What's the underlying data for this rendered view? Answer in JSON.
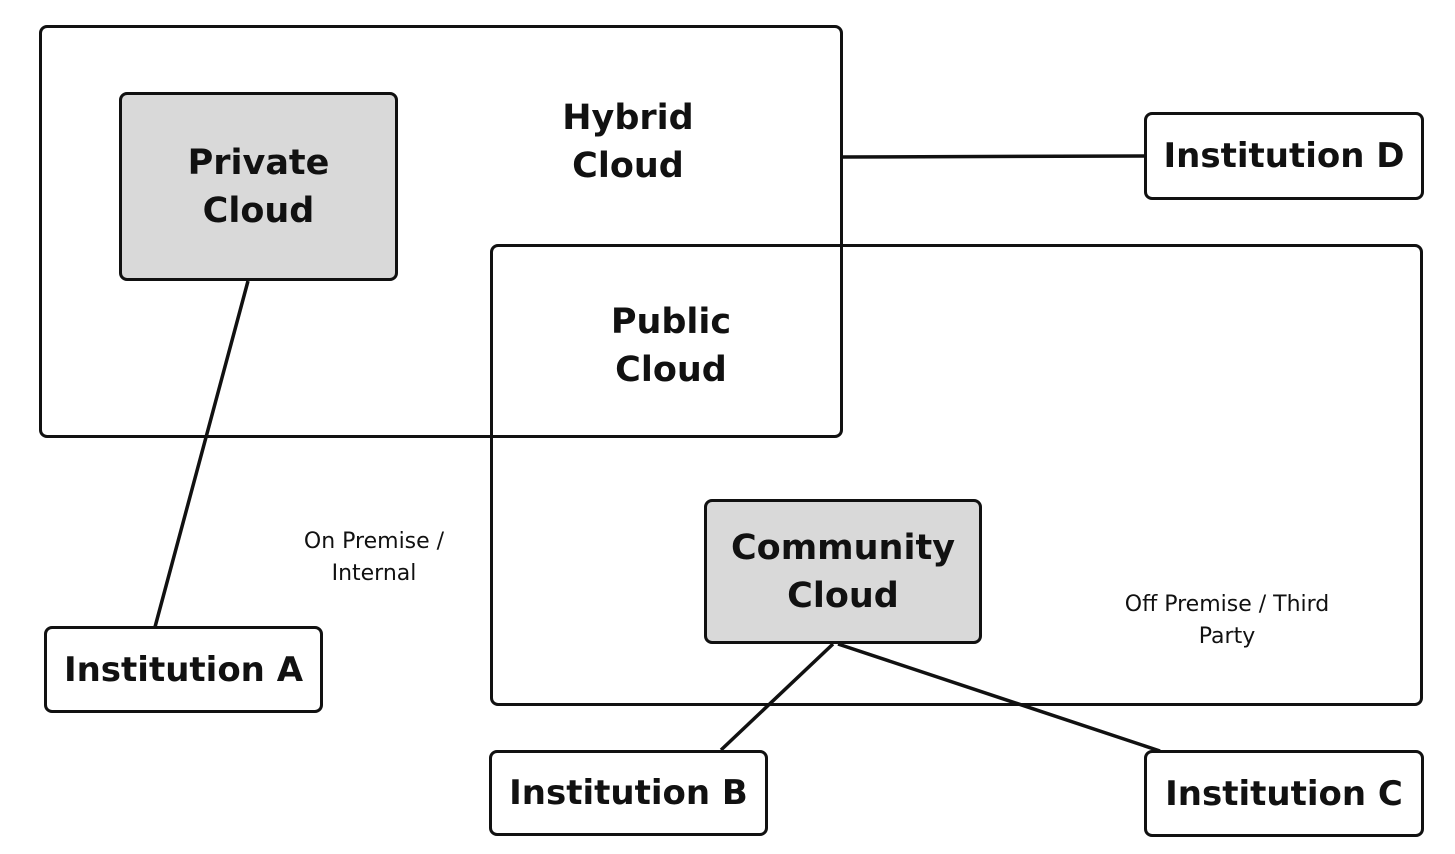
{
  "diagram": {
    "hybrid_cloud": {
      "line1": "Hybrid",
      "line2": "Cloud"
    },
    "private_cloud": {
      "line1": "Private",
      "line2": "Cloud"
    },
    "public_cloud": {
      "line1": "Public",
      "line2": "Cloud"
    },
    "community_cloud": {
      "line1": "Community",
      "line2": "Cloud"
    },
    "institutions": {
      "a": "Institution A",
      "b": "Institution B",
      "c": "Institution C",
      "d": "Institution D"
    },
    "notes": {
      "on_premise": {
        "line1": "On Premise /",
        "line2": "Internal"
      },
      "off_premise": {
        "line1": "Off Premise / Third",
        "line2": "Party"
      }
    },
    "colors": {
      "stroke": "#111111",
      "shaded_fill": "#d9d9d9",
      "background": "#ffffff"
    }
  }
}
